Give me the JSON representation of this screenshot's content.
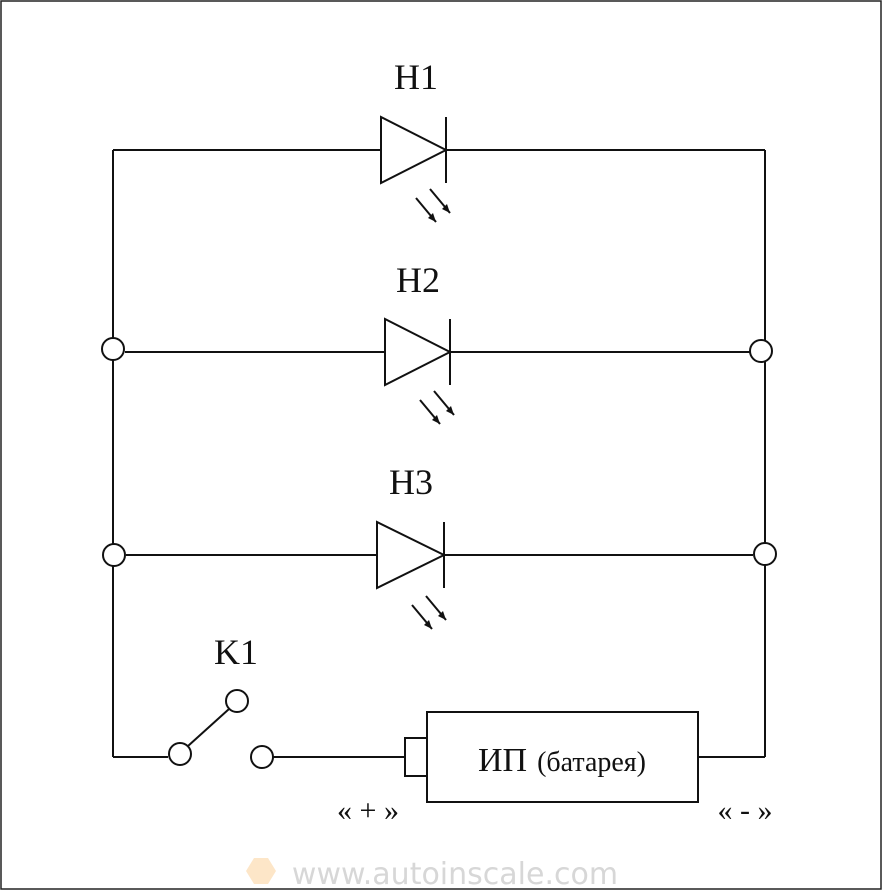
{
  "diagram": {
    "leds": [
      {
        "label": "H1"
      },
      {
        "label": "H2"
      },
      {
        "label": "H3"
      }
    ],
    "switch": {
      "label": "K1"
    },
    "power_supply": {
      "label_main": "ИП",
      "label_sub": "(батарея)"
    },
    "terminals": {
      "plus": "« + »",
      "minus": "« - »"
    },
    "watermark": "www.autoinscale.com",
    "colors": {
      "line": "#111111",
      "background": "#ffffff",
      "watermark_text": "#d7d7d7",
      "watermark_logo": "#fde6c8"
    }
  }
}
